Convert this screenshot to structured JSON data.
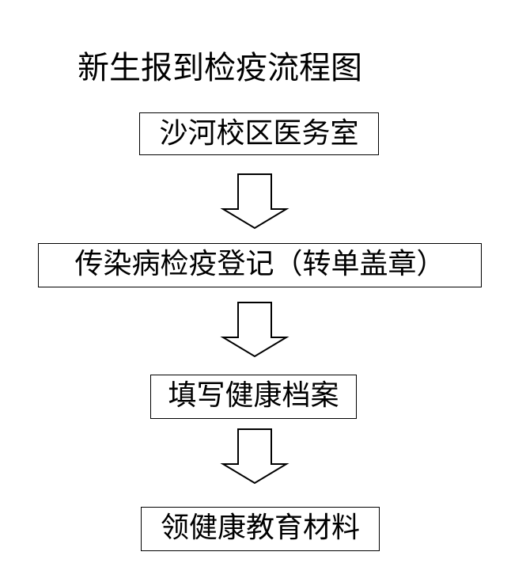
{
  "diagram": {
    "title": "新生报到检疫流程图",
    "steps": [
      {
        "label": "沙河校区医务室"
      },
      {
        "label": "传染病检疫登记（转单盖章）"
      },
      {
        "label": "填写健康档案"
      },
      {
        "label": "领健康教育材料"
      }
    ]
  }
}
